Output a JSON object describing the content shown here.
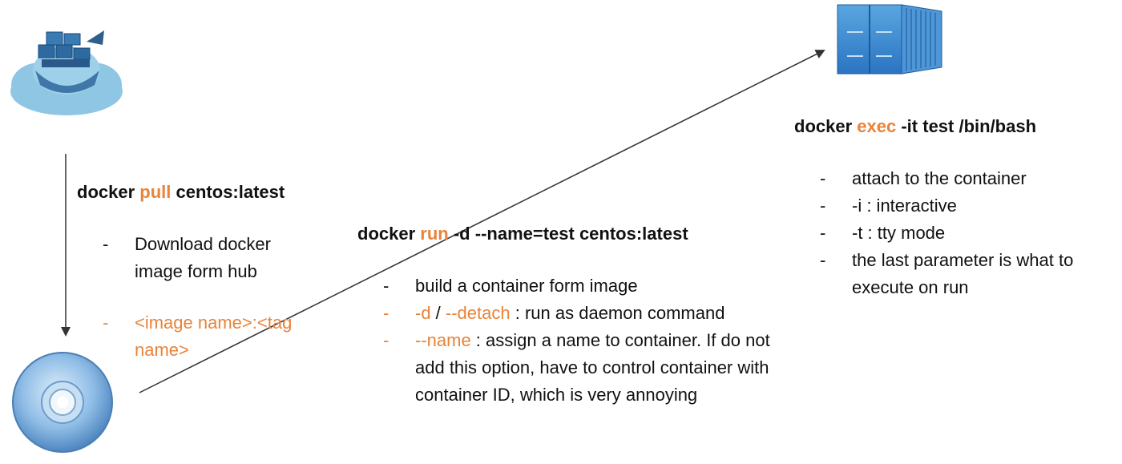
{
  "icons": {
    "hub": "docker-hub-cloud-icon",
    "image": "docker-image-disc-icon",
    "container": "docker-container-icon"
  },
  "colors": {
    "accent": "#e8833a",
    "text": "#111111",
    "arrow": "#333333"
  },
  "pull": {
    "cmd_pre": "docker",
    "cmd_kw": "pull",
    "cmd_post": "centos:latest",
    "items": [
      {
        "text": "Download docker image form hub",
        "highlight": false
      },
      {
        "text": "<image name>:<tag name>",
        "highlight": true
      }
    ]
  },
  "run": {
    "cmd_pre": "docker",
    "cmd_kw": "run",
    "cmd_post": "-d --name=test centos:latest",
    "items": [
      {
        "text": "build a container form image"
      },
      {
        "opt1": "-d",
        "sep": " / ",
        "opt2": "--detach",
        "rest": " : run as daemon command"
      },
      {
        "opt": "--name",
        "rest": " : assign a name to container. If do not add this option, have to control container with container ID, which is very annoying"
      }
    ]
  },
  "exec": {
    "cmd_pre": "docker",
    "cmd_kw": "exec",
    "cmd_post": "-it test /bin/bash",
    "items": [
      "attach to the container",
      "-i : interactive",
      "-t : tty mode",
      "the last parameter is what to execute on run"
    ]
  },
  "dash": "-"
}
